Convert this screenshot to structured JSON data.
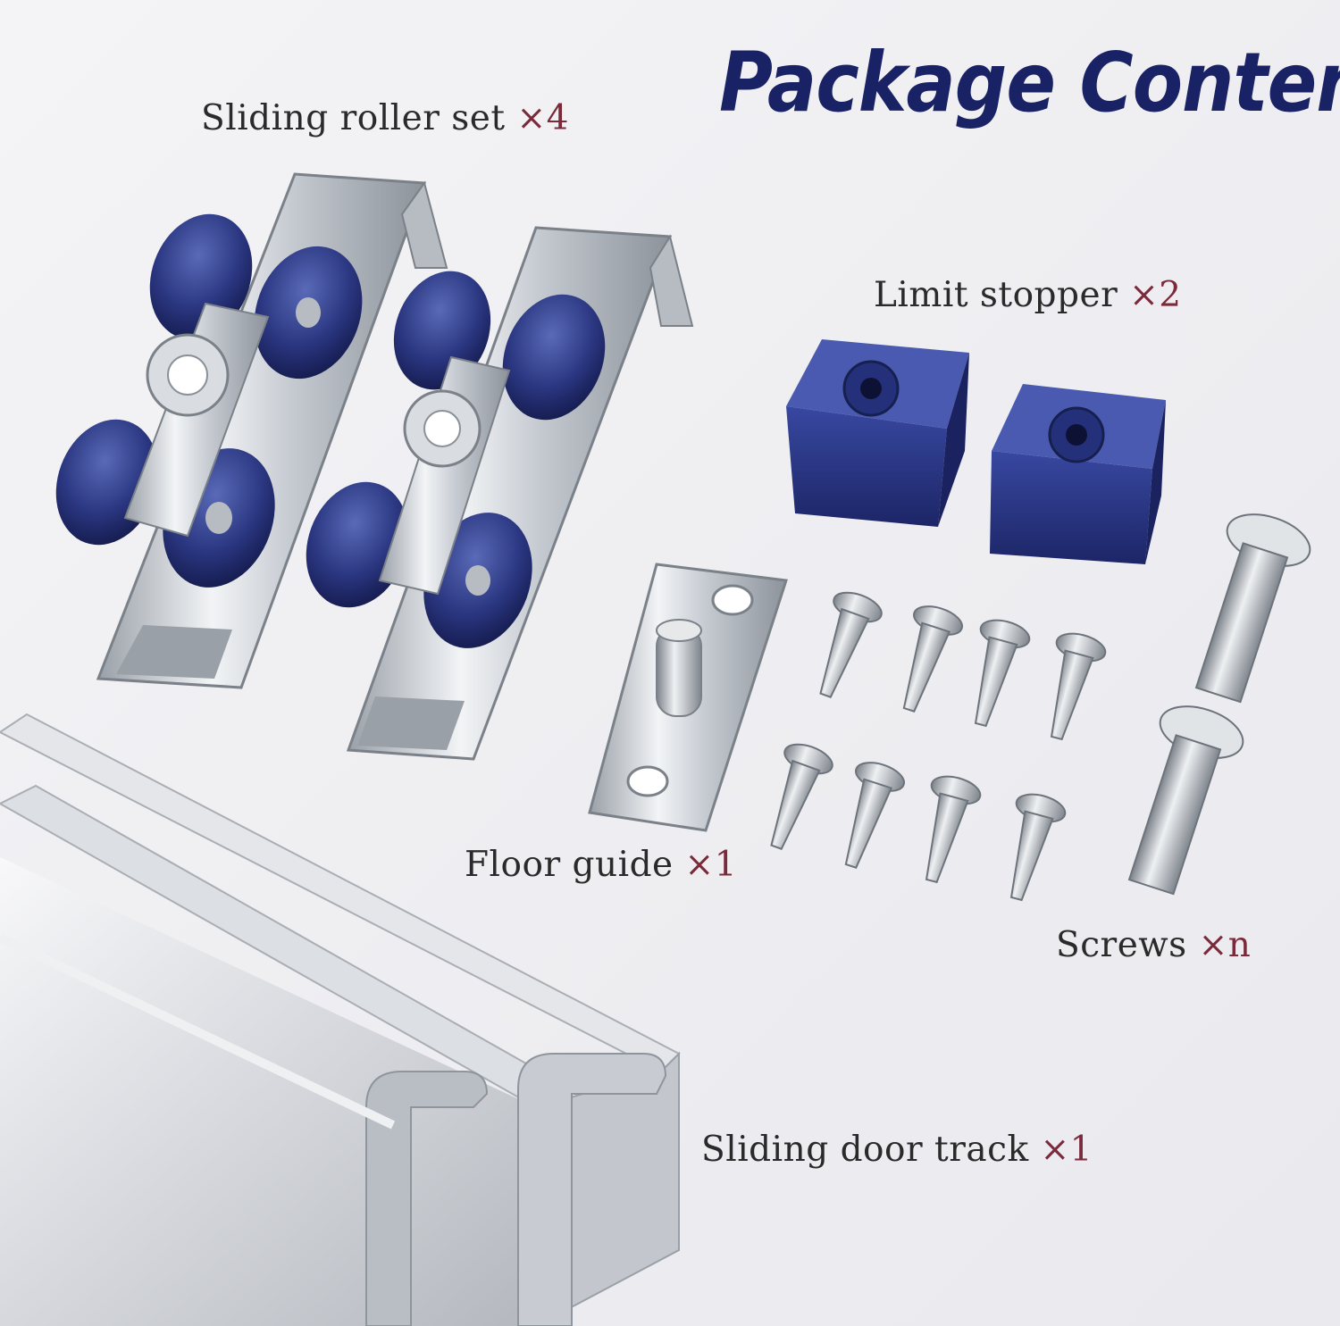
{
  "title": "Package Content",
  "items": [
    {
      "name": "Sliding roller set",
      "qty": "×4"
    },
    {
      "name": "Limit stopper",
      "qty": "×2"
    },
    {
      "name": "Floor guide",
      "qty": "×1"
    },
    {
      "name": "Screws",
      "qty": "×n"
    },
    {
      "name": "Sliding door track",
      "qty": "×1"
    }
  ],
  "colors": {
    "title": "#1a2266",
    "plastic_blue": "#2a3a8a",
    "metal": "#c9cdd4",
    "label_text": "#2a2a2a",
    "qty_text": "#7a2a3a"
  }
}
